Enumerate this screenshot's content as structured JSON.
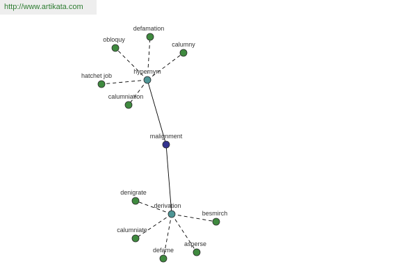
{
  "header": {
    "url": "http://www.artikata.com"
  },
  "colors": {
    "center_node": "#33338f",
    "hub_node": "#4e9595",
    "leaf_node": "#3f8a3f",
    "edge": "#000000",
    "url_text": "#2e7d32"
  },
  "nodes": [
    {
      "id": "malignment",
      "label": "malignment",
      "kind": "center"
    },
    {
      "id": "hypernym",
      "label": "hypernym",
      "kind": "hub"
    },
    {
      "id": "derivation",
      "label": "derivation",
      "kind": "hub"
    },
    {
      "id": "defamation",
      "label": "defamation",
      "kind": "leaf"
    },
    {
      "id": "obloquy",
      "label": "obloquy",
      "kind": "leaf"
    },
    {
      "id": "calumny",
      "label": "calumny",
      "kind": "leaf"
    },
    {
      "id": "hatchet-job",
      "label": "hatchet job",
      "kind": "leaf"
    },
    {
      "id": "calumniation",
      "label": "calumniation",
      "kind": "leaf"
    },
    {
      "id": "denigrate",
      "label": "denigrate",
      "kind": "leaf"
    },
    {
      "id": "besmirch",
      "label": "besmirch",
      "kind": "leaf"
    },
    {
      "id": "calumniate",
      "label": "calumniate",
      "kind": "leaf"
    },
    {
      "id": "asperse",
      "label": "asperse",
      "kind": "leaf"
    },
    {
      "id": "defame",
      "label": "defame",
      "kind": "leaf"
    }
  ],
  "edges": [
    {
      "from": "malignment",
      "to": "hypernym",
      "style": "solid"
    },
    {
      "from": "malignment",
      "to": "derivation",
      "style": "solid"
    },
    {
      "from": "hypernym",
      "to": "defamation",
      "style": "dashed"
    },
    {
      "from": "hypernym",
      "to": "obloquy",
      "style": "dashed"
    },
    {
      "from": "hypernym",
      "to": "calumny",
      "style": "dashed"
    },
    {
      "from": "hypernym",
      "to": "hatchet-job",
      "style": "dashed"
    },
    {
      "from": "hypernym",
      "to": "calumniation",
      "style": "dashed"
    },
    {
      "from": "derivation",
      "to": "denigrate",
      "style": "dashed"
    },
    {
      "from": "derivation",
      "to": "besmirch",
      "style": "dashed"
    },
    {
      "from": "derivation",
      "to": "calumniate",
      "style": "dashed"
    },
    {
      "from": "derivation",
      "to": "asperse",
      "style": "dashed"
    },
    {
      "from": "derivation",
      "to": "defame",
      "style": "dashed"
    }
  ]
}
